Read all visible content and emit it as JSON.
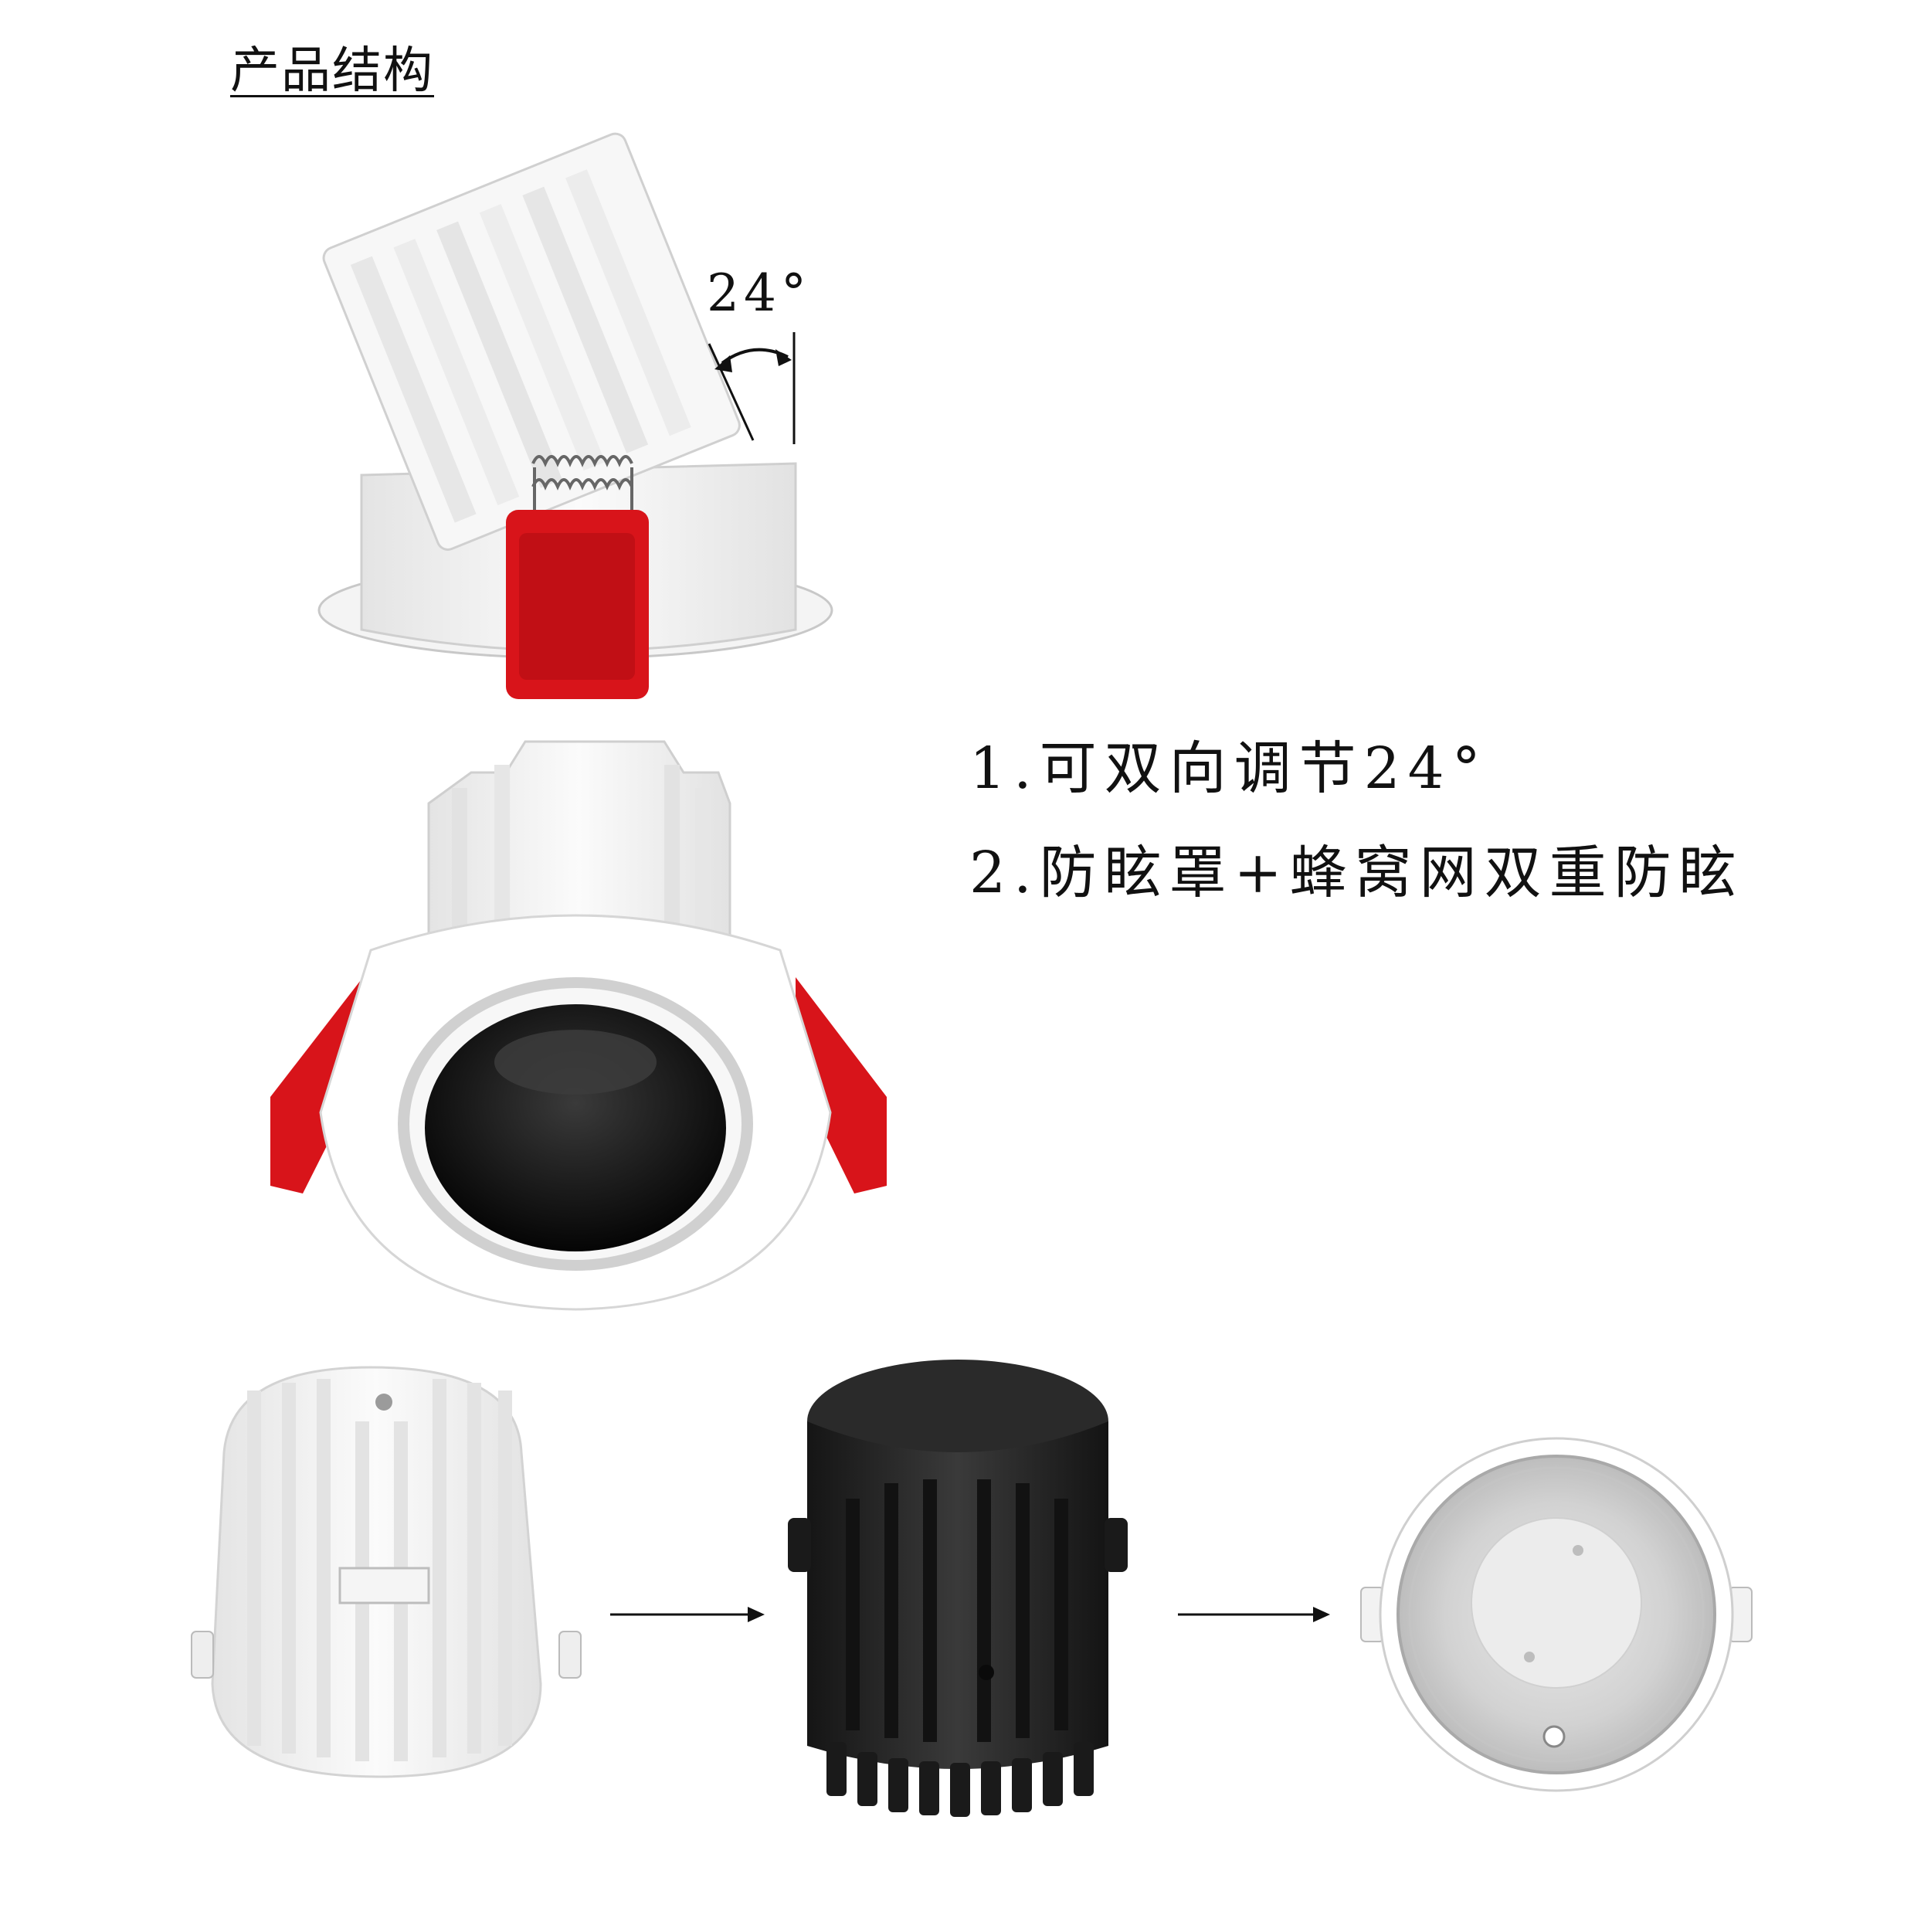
{
  "header": {
    "title": "产品结构"
  },
  "diagram": {
    "tilt_angle_label": "24°"
  },
  "features": [
    {
      "text": "1.可双向调节24°"
    },
    {
      "text": "2.防眩罩+蜂窝网双重防眩"
    }
  ],
  "colors": {
    "clip_red": "#d8141a",
    "body_white": "#f2f2f2",
    "body_black": "#1c1c1c"
  }
}
